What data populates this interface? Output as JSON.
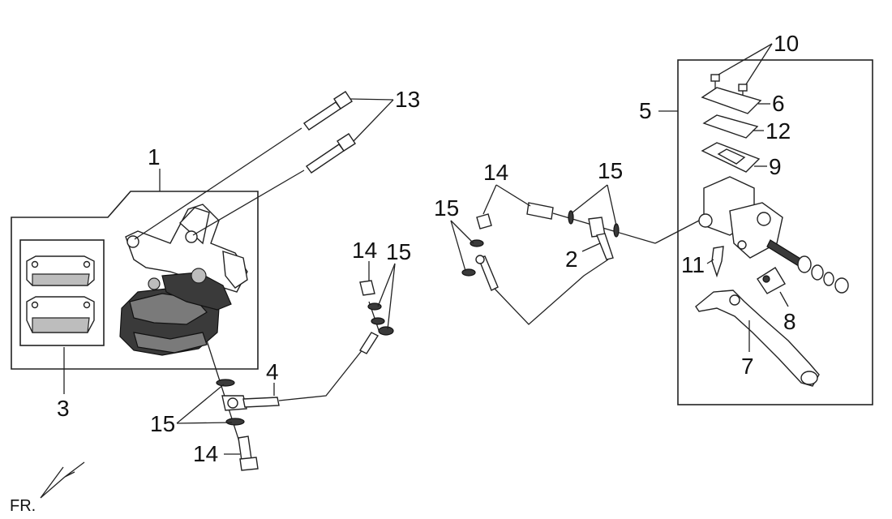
{
  "labels": {
    "caliper": "1",
    "brake_hose": "2",
    "brake_pads": "3",
    "hose_joint": "4",
    "master_cylinder": "5",
    "reservoir_cap": "6",
    "brake_lever": "7",
    "stop_switch": "8",
    "diaphragm_plate": "9",
    "cap_screws": "10",
    "lever_pivot_bolt": "11",
    "diaphragm": "12",
    "caliper_bolts": "13",
    "banjo_bolt_lower": "14",
    "banjo_bolt_joint": "14",
    "banjo_bolt_master": "14",
    "washers_lower": "15",
    "washers_joint": "15",
    "washers_upper": "15",
    "washers_left": "15"
  },
  "direction_marker": "FR."
}
